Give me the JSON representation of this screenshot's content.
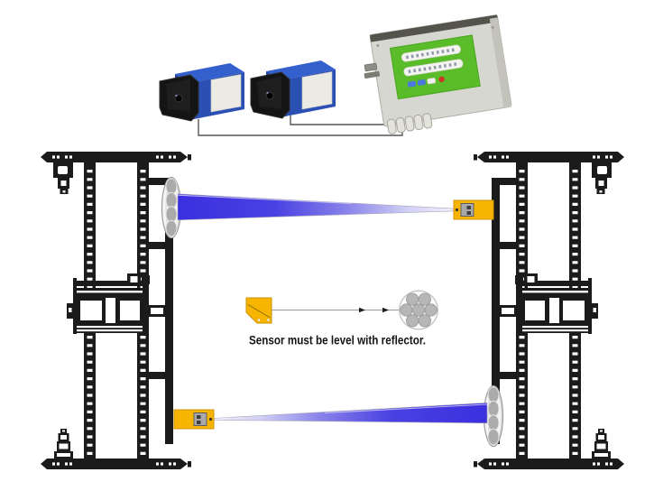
{
  "diagram": {
    "caption": "Sensor must be level with reflector.",
    "colors": {
      "beam_blue": "#4a41e2",
      "sensor_head_yellow": "#f7b500",
      "mast_structure_black": "#1b1b1b",
      "controller_panel_green": "#5abc28",
      "controller_body_gray": "#d7d7d1",
      "laser_sensor_blue": "#2b50b4"
    },
    "components": {
      "laser_sensor_left": "laser distance sensor",
      "laser_sensor_right": "laser distance sensor",
      "controller": "control enclosure with green display panel",
      "left_mast": "left mast structure",
      "right_mast": "right mast structure",
      "top_reflector": "round reflector on left mast",
      "top_sensor_head": "sensor head on right mast",
      "bottom_sensor_head": "sensor head on left mast",
      "bottom_reflector": "round reflector on right mast"
    }
  }
}
